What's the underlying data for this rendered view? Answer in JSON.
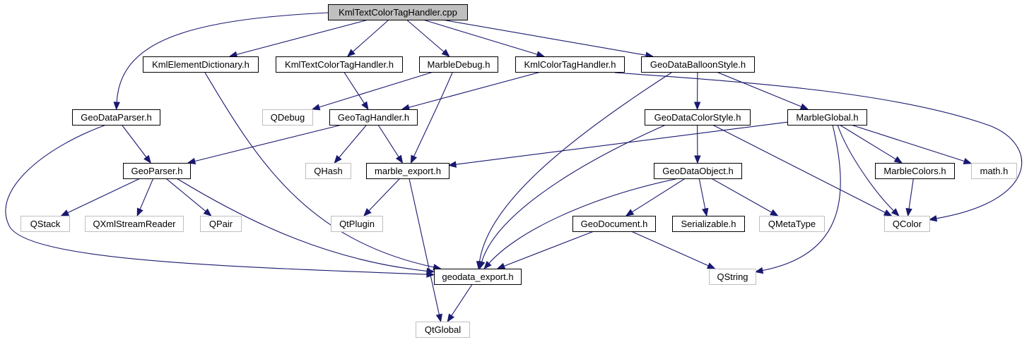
{
  "diagram": {
    "type": "include-dependency-graph",
    "colors": {
      "edge": "#191970",
      "root_fill": "#bfbfbf",
      "node_border": "#000000",
      "external_border": "#bfbfbf"
    },
    "nodes": [
      {
        "id": "root",
        "label": "KmlTextColorTagHandler.cpp",
        "kind": "root"
      },
      {
        "id": "geodataparser",
        "label": "GeoDataParser.h",
        "kind": "local"
      },
      {
        "id": "kmlelementdictionary",
        "label": "KmlElementDictionary.h",
        "kind": "local"
      },
      {
        "id": "kmltextcolortaghandler_h",
        "label": "KmlTextColorTagHandler.h",
        "kind": "local"
      },
      {
        "id": "marbledebug",
        "label": "MarbleDebug.h",
        "kind": "local"
      },
      {
        "id": "kmlcolortaghandler",
        "label": "KmlColorTagHandler.h",
        "kind": "local"
      },
      {
        "id": "geodataballoonstyle",
        "label": "GeoDataBalloonStyle.h",
        "kind": "local"
      },
      {
        "id": "qdebug",
        "label": "QDebug",
        "kind": "external"
      },
      {
        "id": "geotaghandler",
        "label": "GeoTagHandler.h",
        "kind": "local"
      },
      {
        "id": "geodatacolorstyle",
        "label": "GeoDataColorStyle.h",
        "kind": "local"
      },
      {
        "id": "marbleglobal",
        "label": "MarbleGlobal.h",
        "kind": "local"
      },
      {
        "id": "geoparser",
        "label": "GeoParser.h",
        "kind": "local"
      },
      {
        "id": "qhash",
        "label": "QHash",
        "kind": "external"
      },
      {
        "id": "marble_export",
        "label": "marble_export.h",
        "kind": "local"
      },
      {
        "id": "geodataobject",
        "label": "GeoDataObject.h",
        "kind": "local"
      },
      {
        "id": "marblecolors",
        "label": "MarbleColors.h",
        "kind": "local"
      },
      {
        "id": "math",
        "label": "math.h",
        "kind": "external"
      },
      {
        "id": "qstack",
        "label": "QStack",
        "kind": "external"
      },
      {
        "id": "qxmlstreamreader",
        "label": "QXmlStreamReader",
        "kind": "external"
      },
      {
        "id": "qpair",
        "label": "QPair",
        "kind": "external"
      },
      {
        "id": "qtplugin",
        "label": "QtPlugin",
        "kind": "external"
      },
      {
        "id": "geodocument",
        "label": "GeoDocument.h",
        "kind": "local"
      },
      {
        "id": "serializable",
        "label": "Serializable.h",
        "kind": "local"
      },
      {
        "id": "qmetatype",
        "label": "QMetaType",
        "kind": "external"
      },
      {
        "id": "qcolor",
        "label": "QColor",
        "kind": "external"
      },
      {
        "id": "geodata_export",
        "label": "geodata_export.h",
        "kind": "local"
      },
      {
        "id": "qstring",
        "label": "QString",
        "kind": "external"
      },
      {
        "id": "qtglobal",
        "label": "QtGlobal",
        "kind": "external"
      }
    ],
    "edges": [
      {
        "from": "root",
        "to": "geodataparser"
      },
      {
        "from": "root",
        "to": "kmlelementdictionary"
      },
      {
        "from": "root",
        "to": "kmltextcolortaghandler_h"
      },
      {
        "from": "root",
        "to": "marbledebug"
      },
      {
        "from": "root",
        "to": "kmlcolortaghandler"
      },
      {
        "from": "root",
        "to": "geodataballoonstyle"
      },
      {
        "from": "geodataparser",
        "to": "geoparser"
      },
      {
        "from": "geodataparser",
        "to": "geodata_export"
      },
      {
        "from": "kmlelementdictionary",
        "to": "geodata_export"
      },
      {
        "from": "kmltextcolortaghandler_h",
        "to": "geotaghandler"
      },
      {
        "from": "marbledebug",
        "to": "qdebug"
      },
      {
        "from": "marbledebug",
        "to": "marble_export"
      },
      {
        "from": "kmlcolortaghandler",
        "to": "geotaghandler"
      },
      {
        "from": "kmlcolortaghandler",
        "to": "qcolor"
      },
      {
        "from": "geodataballoonstyle",
        "to": "geodatacolorstyle"
      },
      {
        "from": "geodataballoonstyle",
        "to": "marbleglobal"
      },
      {
        "from": "geodataballoonstyle",
        "to": "geodata_export"
      },
      {
        "from": "geotaghandler",
        "to": "geoparser"
      },
      {
        "from": "geotaghandler",
        "to": "qhash"
      },
      {
        "from": "geotaghandler",
        "to": "marble_export"
      },
      {
        "from": "geodatacolorstyle",
        "to": "geodataobject"
      },
      {
        "from": "geodatacolorstyle",
        "to": "qcolor"
      },
      {
        "from": "geodatacolorstyle",
        "to": "geodata_export"
      },
      {
        "from": "marbleglobal",
        "to": "marble_export"
      },
      {
        "from": "marbleglobal",
        "to": "marblecolors"
      },
      {
        "from": "marbleglobal",
        "to": "math"
      },
      {
        "from": "marbleglobal",
        "to": "qcolor"
      },
      {
        "from": "marbleglobal",
        "to": "qstring"
      },
      {
        "from": "geoparser",
        "to": "qstack"
      },
      {
        "from": "geoparser",
        "to": "qxmlstreamreader"
      },
      {
        "from": "geoparser",
        "to": "qpair"
      },
      {
        "from": "geoparser",
        "to": "geodata_export"
      },
      {
        "from": "marble_export",
        "to": "qtplugin"
      },
      {
        "from": "marble_export",
        "to": "qtglobal"
      },
      {
        "from": "geodataobject",
        "to": "geodocument"
      },
      {
        "from": "geodataobject",
        "to": "serializable"
      },
      {
        "from": "geodataobject",
        "to": "qmetatype"
      },
      {
        "from": "geodataobject",
        "to": "geodata_export"
      },
      {
        "from": "marblecolors",
        "to": "qcolor"
      },
      {
        "from": "geodocument",
        "to": "geodata_export"
      },
      {
        "from": "geodocument",
        "to": "qstring"
      },
      {
        "from": "geodata_export",
        "to": "qtglobal"
      }
    ]
  }
}
